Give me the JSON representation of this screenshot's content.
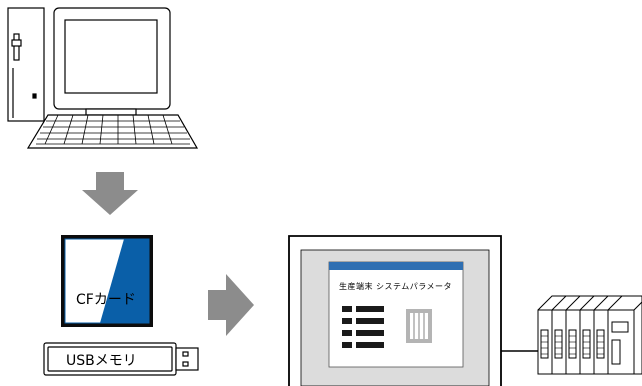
{
  "cf_card": {
    "label": "CFカード"
  },
  "usb_memory": {
    "label": "USBメモリ"
  },
  "display_screen": {
    "title": "生産端末 システムパラメータ"
  },
  "colors": {
    "cf_blue": "#0a5fa8",
    "cf_dark": "#0c0c0c",
    "arrow_gray": "#8c8c8c",
    "display_bezel": "#dcdcdc",
    "screen_title_bar": "#2f6fb2",
    "list_bar": "#1a1a1a"
  },
  "icons": {
    "pc": "desktop-computer-icon",
    "keyboard": "keyboard-icon",
    "arrow_down": "arrow-down-icon",
    "arrow_right": "arrow-right-icon",
    "plc": "plc-rack-icon"
  }
}
